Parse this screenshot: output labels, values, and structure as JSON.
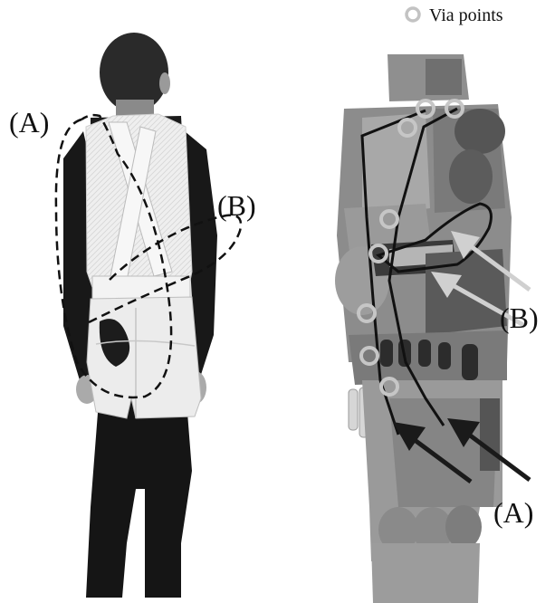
{
  "legend": {
    "label": "Via points",
    "icon": "ring-icon",
    "marker_color": "#bdbdbd"
  },
  "labels": {
    "a_left": "(A)",
    "b_left": "(B)",
    "b_right": "(B)",
    "a_right": "(A)"
  },
  "colors": {
    "path_dark": "#111111",
    "arrow_dark": "#1a1a1a",
    "arrow_light": "#cfcfcf",
    "via_ring": "#c8c8c8"
  },
  "panels": {
    "left": {
      "subject": "person-wearing-assist-suit-photo"
    },
    "right": {
      "subject": "humanoid-musculoskeletal-model"
    }
  }
}
